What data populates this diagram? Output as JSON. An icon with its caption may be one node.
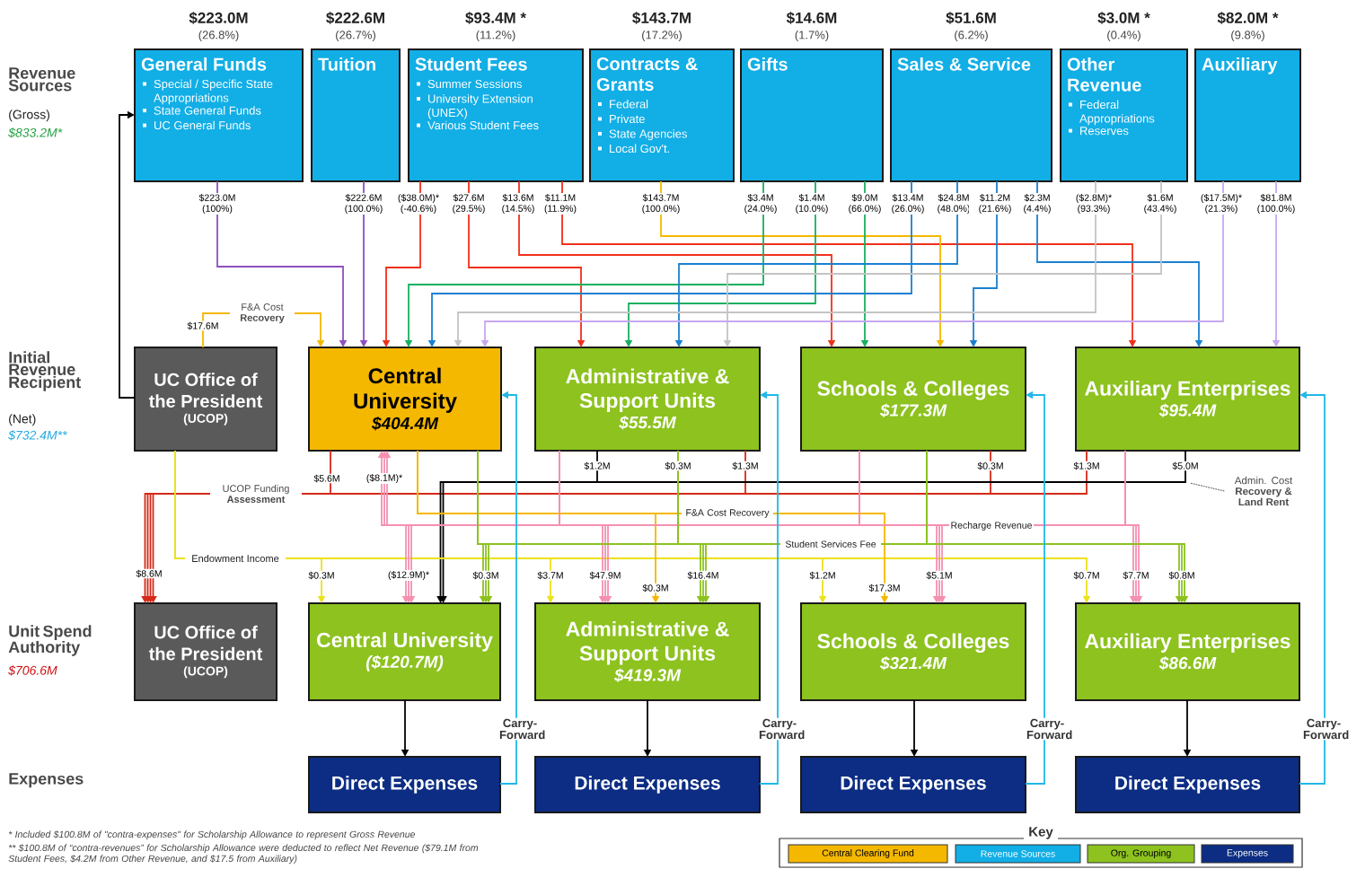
{
  "diagram": {
    "nodes": [
      {
        "text": [
          "General Funds",
          "Special / Specific State Appropriations",
          "State General Funds",
          "UC General Funds"
        ],
        "beside": [
          "$223.0M",
          "(26.8%)"
        ]
      },
      {
        "text": [
          "Tuition"
        ],
        "beside": [
          "$222.6M",
          "(26.7%)"
        ]
      },
      {
        "text": [
          "Student Fees",
          "Summer Sessions",
          "University Extension (UNEX)",
          "Various Student Fees"
        ],
        "beside": [
          "$93.4M *",
          "(11.2%)"
        ]
      },
      {
        "text": [
          "Contracts & Grants",
          "Federal",
          "Private",
          "State Agencies",
          "Local Gov't."
        ],
        "beside": [
          "$143.7M",
          "(17.2%)"
        ]
      },
      {
        "text": [
          "Gifts"
        ],
        "beside": [
          "$14.6M",
          "(1.7%)"
        ]
      },
      {
        "text": [
          "Sales & Service"
        ],
        "beside": [
          "$51.6M",
          "(6.2%)"
        ]
      },
      {
        "text": [
          "Other Revenue",
          "Federal Appropriations",
          "Reserves"
        ],
        "beside": [
          "$3.0M *",
          "(0.4%)"
        ]
      },
      {
        "text": [
          "Auxiliary"
        ],
        "beside": [
          "$82.0M *",
          "(9.8%)"
        ]
      },
      {
        "text": [
          "UC Office of the President",
          "(UCOP)"
        ]
      },
      {
        "text": [
          "Central University",
          "$404.4M"
        ]
      },
      {
        "text": [
          "Administrative & Support Units",
          "$55.5M"
        ]
      },
      {
        "text": [
          "Schools & Colleges",
          "$177.3M"
        ]
      },
      {
        "text": [
          "Auxiliary Enterprises",
          "$95.4M"
        ]
      },
      {
        "text": [
          "UC Office of the President",
          "(UCOP)"
        ]
      },
      {
        "text": [
          "Central University",
          "($120.7M)"
        ]
      },
      {
        "text": [
          "Administrative & Support Units",
          "$419.3M"
        ]
      },
      {
        "text": [
          "Schools & Colleges",
          "$321.4M"
        ]
      },
      {
        "text": [
          "Auxiliary Enterprises",
          "$86.6M"
        ]
      },
      {
        "text": [
          "Direct Expenses"
        ]
      },
      {
        "text": [
          "Direct Expenses"
        ]
      },
      {
        "text": [
          "Direct Expenses"
        ]
      },
      {
        "text": [
          "Direct Expenses"
        ]
      },
      {
        "text": [
          "Admin. Cost **Recovery & Land Rent**"
        ]
      }
    ],
    "edges": [
      {
        "from": 0,
        "to": 9,
        "arrow": "to",
        "label": "$223.0M (100%)",
        "color": "#8e50c0"
      },
      {
        "from": 1,
        "to": 9,
        "arrow": "to",
        "label": "$222.6M (100.0%)",
        "color": "#8e50c0"
      },
      {
        "from": 2,
        "to": 9,
        "arrow": "to",
        "label": "($38.0M)* (-40.6%)",
        "color": "#f0301a"
      },
      {
        "from": 2,
        "to": 10,
        "arrow": "to",
        "label": "$27.6M (29.5%)",
        "color": "#f0301a"
      },
      {
        "from": 2,
        "to": 11,
        "arrow": "to",
        "label": "$13.6M (14.5%)",
        "color": "#f0301a"
      },
      {
        "from": 2,
        "to": 12,
        "arrow": "to",
        "label": "$11.1M (11.9%)",
        "color": "#f0301a"
      },
      {
        "from": 3,
        "to": 11,
        "arrow": "to",
        "label": "$143.7M (100.0%)",
        "color": "#f5b800"
      },
      {
        "from": 4,
        "to": 9,
        "arrow": "to",
        "label": "$3.4M (24.0%)",
        "color": "#18b060"
      },
      {
        "from": 4,
        "to": 10,
        "arrow": "to",
        "label": "$1.4M (10.0%)",
        "color": "#18b060"
      },
      {
        "from": 4,
        "to": 11,
        "arrow": "to",
        "label": "$9.0M (66.0%)",
        "color": "#18b060"
      },
      {
        "from": 5,
        "to": 9,
        "arrow": "to",
        "label": "$13.4M (26.0%)",
        "color": "#1a80d0"
      },
      {
        "from": 5,
        "to": 10,
        "arrow": "to",
        "label": "$24.8M (48.0%)",
        "color": "#1a80d0"
      },
      {
        "from": 5,
        "to": 11,
        "arrow": "to",
        "label": "$11.2M (21.6%)",
        "color": "#1a80d0"
      },
      {
        "from": 5,
        "to": 12,
        "arrow": "to",
        "label": "$2.3M (4.4%)",
        "color": "#1a80d0"
      },
      {
        "from": 6,
        "to": 9,
        "arrow": "to",
        "label": "($2.8M)* (93.3%)",
        "color": "#c4c4c4"
      },
      {
        "from": 6,
        "to": 10,
        "arrow": "to",
        "label": "$1.6M (43.4%)",
        "color": "#c4c4c4"
      },
      {
        "from": 7,
        "to": 9,
        "arrow": "to",
        "label": "($17.5M)* (21.3%)",
        "color": "#c8a8f0"
      },
      {
        "from": 7,
        "to": 12,
        "arrow": "to",
        "label": "$81.8M (100.0%)",
        "color": "#c8a8f0"
      },
      {
        "from": 8,
        "to": 0,
        "arrow": "to",
        "color": "#000000"
      },
      {
        "from": 8,
        "to": 9,
        "arrow": "to",
        "label": "$17.6M",
        "color": "#f5b800"
      },
      {
        "from": 9,
        "to": 13,
        "arrow": "to",
        "label": "$5.6M",
        "color": "#d42a1a"
      },
      {
        "from": 10,
        "to": 13,
        "arrow": "to",
        "label": "$1.3M",
        "color": "#d42a1a"
      },
      {
        "from": 11,
        "to": 13,
        "arrow": "to",
        "label": "$0.3M",
        "color": "#d42a1a"
      },
      {
        "from": 12,
        "to": 13,
        "arrow": "to",
        "label": "$1.3M",
        "color": "#d42a1a"
      },
      {
        "from": 10,
        "to": 14,
        "arrow": "to",
        "label": "$1.2M",
        "color": "#000000"
      },
      {
        "from": 12,
        "to": 14,
        "arrow": "to",
        "label": "$5.0M",
        "color": "#000000"
      },
      {
        "from": 8,
        "to": 14,
        "arrow": "to",
        "label": "$0.3M",
        "color": "#ece21a"
      },
      {
        "from": 8,
        "to": 15,
        "arrow": "to",
        "label": "$3.7M",
        "color": "#ece21a"
      },
      {
        "from": 8,
        "to": 16,
        "arrow": "to",
        "label": "$1.2M",
        "color": "#ece21a"
      },
      {
        "from": 8,
        "to": 17,
        "arrow": "to",
        "label": "$0.7M",
        "color": "#ece21a"
      },
      {
        "from": 9,
        "to": 15,
        "arrow": "to",
        "label": "$0.3M",
        "color": "#f5b800"
      },
      {
        "from": 9,
        "to": 16,
        "arrow": "to",
        "label": "$17.3M",
        "color": "#f5b800"
      },
      {
        "from": 10,
        "to": 9,
        "arrow": "to",
        "label": "($8.1M)*",
        "color": "#f590b0"
      },
      {
        "from": 10,
        "to": 14,
        "arrow": "to",
        "label": "($12.9M)*",
        "color": "#f590b0"
      },
      {
        "from": 10,
        "to": 15,
        "arrow": "to",
        "label": "$47.9M",
        "color": "#f590b0"
      },
      {
        "from": 10,
        "to": 16,
        "arrow": "to",
        "label": "$5.1M",
        "color": "#f590b0"
      },
      {
        "from": 10,
        "to": 17,
        "arrow": "to",
        "label": "$7.7M",
        "color": "#f590b0"
      },
      {
        "from": 11,
        "to": 9,
        "arrow": "to",
        "color": "#f590b0"
      },
      {
        "from": 11,
        "to": 14,
        "arrow": "to",
        "color": "#f590b0"
      },
      {
        "from": 11,
        "to": 15,
        "arrow": "to",
        "color": "#f590b0"
      },
      {
        "from": 11,
        "to": 16,
        "arrow": "to",
        "color": "#f590b0"
      },
      {
        "from": 11,
        "to": 17,
        "arrow": "to",
        "color": "#f590b0"
      },
      {
        "from": 12,
        "to": 9,
        "arrow": "to",
        "color": "#f590b0"
      },
      {
        "from": 12,
        "to": 14,
        "arrow": "to",
        "color": "#f590b0"
      },
      {
        "from": 12,
        "to": 15,
        "arrow": "to",
        "color": "#f590b0"
      },
      {
        "from": 12,
        "to": 16,
        "arrow": "to",
        "color": "#f590b0"
      },
      {
        "from": 12,
        "to": 17,
        "arrow": "to",
        "color": "#f590b0"
      },
      {
        "from": 9,
        "to": 14,
        "arrow": "to",
        "label": "$0.3M",
        "color": "#8dc21f"
      },
      {
        "from": 9,
        "to": 15,
        "arrow": "to",
        "label": "$16.4M",
        "color": "#8dc21f"
      },
      {
        "from": 9,
        "to": 17,
        "arrow": "to",
        "label": "$0.8M",
        "color": "#8dc21f"
      },
      {
        "from": 10,
        "to": 14,
        "arrow": "to",
        "label": "$0.3M",
        "color": "#8dc21f"
      },
      {
        "from": 10,
        "to": 15,
        "arrow": "to",
        "color": "#8dc21f"
      },
      {
        "from": 10,
        "to": 17,
        "arrow": "to",
        "color": "#8dc21f"
      },
      {
        "from": 11,
        "to": 14,
        "arrow": "to",
        "color": "#8dc21f"
      },
      {
        "from": 11,
        "to": 15,
        "arrow": "to",
        "color": "#8dc21f"
      },
      {
        "from": 11,
        "to": 17,
        "arrow": "to",
        "color": "#8dc21f"
      },
      {
        "from": 18,
        "to": 9,
        "arrow": "to",
        "label": "Carry-Forward",
        "color": "#20b8e8"
      },
      {
        "from": 19,
        "to": 10,
        "arrow": "to",
        "label": "Carry-Forward",
        "color": "#20b8e8"
      },
      {
        "from": 20,
        "to": 11,
        "arrow": "to",
        "label": "Carry-Forward",
        "color": "#20b8e8"
      },
      {
        "from": 21,
        "to": 12,
        "arrow": "to",
        "label": "Carry-Forward",
        "color": "#20b8e8"
      },
      {
        "from": 14,
        "to": 18,
        "arrow": "to",
        "color": "#000000"
      },
      {
        "from": 15,
        "to": 19,
        "arrow": "to",
        "color": "#000000"
      },
      {
        "from": 16,
        "to": 20,
        "arrow": "to",
        "color": "#000000"
      },
      {
        "from": 17,
        "to": 21,
        "arrow": "to",
        "color": "#000000"
      },
      {
        "from": 22,
        "to": null,
        "arrow": "none",
        "style": "dashed",
        "color": "#555555"
      }
    ],
    "labels": [
      "Revenue Sources",
      "(Gross)",
      "$833.2M*",
      "Initial Revenue Recipient",
      "(Net)",
      "$732.4M**",
      "Unit Spend Authority",
      "$706.6M",
      "Expenses",
      "F&A Cost **Recovery**",
      "UCOP Funding **Assessment**",
      "Endowment Income",
      "F&A Cost Recovery",
      "Recharge Revenue",
      "Student Services Fee",
      "$8.6M",
      "Key",
      "*  Included $100.8M of \"contra-expenses\" for Scholarship Allowance to represent Gross Revenue",
      "**  $100.8M of “contra-revenues” for Scholarship Allowance were deducted to reflect Net Revenue ($79.1M from Student Fees, $4.2M from Other Revenue, and $17.5 from Auxiliary)"
    ],
    "legend": [
      {
        "text": "Central Clearing Fund",
        "color": "#f5b800"
      },
      {
        "text": "Revenue Sources",
        "color": "#12aee6"
      },
      {
        "text": "Org. Grouping",
        "color": "#8dc21f"
      },
      {
        "text": "Expenses",
        "color": "#0c2d83"
      }
    ]
  }
}
